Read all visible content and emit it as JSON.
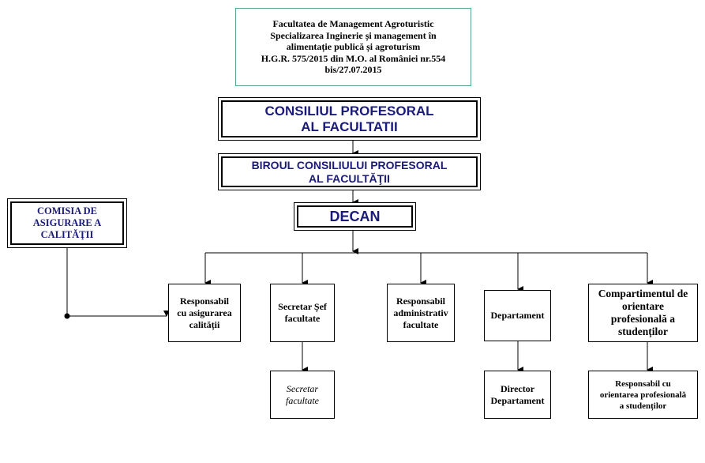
{
  "header_box": {
    "lines": [
      "Facultatea de Management Agroturistic",
      "Specializarea Inginerie și management în",
      "alimentație publică și agroturism",
      "H.G.R. 575/2015 din M.O. al României nr.554",
      "bis/27.07.2015"
    ],
    "border_color": "#5aa58a"
  },
  "consiliul": {
    "line1": "CONSILIUL  PROFESORAL",
    "line2": "AL FACULTATII"
  },
  "biroul": {
    "line1": "BIROUL  CONSILIULUI  PROFESORAL",
    "line2": "AL FACULTĂŢII"
  },
  "decan": {
    "label": "DECAN"
  },
  "comisia": {
    "line1": "COMISIA  DE",
    "line2": "ASIGURARE A",
    "line3": "CALITĂŢII"
  },
  "units": {
    "responsabil_calitate": {
      "line1": "Responsabil",
      "line2": "cu asigurarea",
      "line3": "calității"
    },
    "secretar_sef": {
      "line1": "Secretar Şef",
      "line2": "facultate"
    },
    "responsabil_admin": {
      "line1": "Responsabil",
      "line2": "administrativ",
      "line3": "facultate"
    },
    "departament": {
      "label": "Departament"
    },
    "compartiment": {
      "line1": "Compartimentul de",
      "line2": "orientare",
      "line3": "profesională a",
      "line4": "studenților"
    }
  },
  "sub_units": {
    "secretar_facultate": {
      "line1": "Secretar",
      "line2": "facultate"
    },
    "director_departament": {
      "line1": "Director",
      "line2": "Departament"
    },
    "responsabil_orientare": {
      "line1": "Responsabil cu",
      "line2": "orientarea profesională",
      "line3": "a studenților"
    }
  },
  "colors": {
    "title_text": "#1a1a7a",
    "lines": "#000000"
  }
}
